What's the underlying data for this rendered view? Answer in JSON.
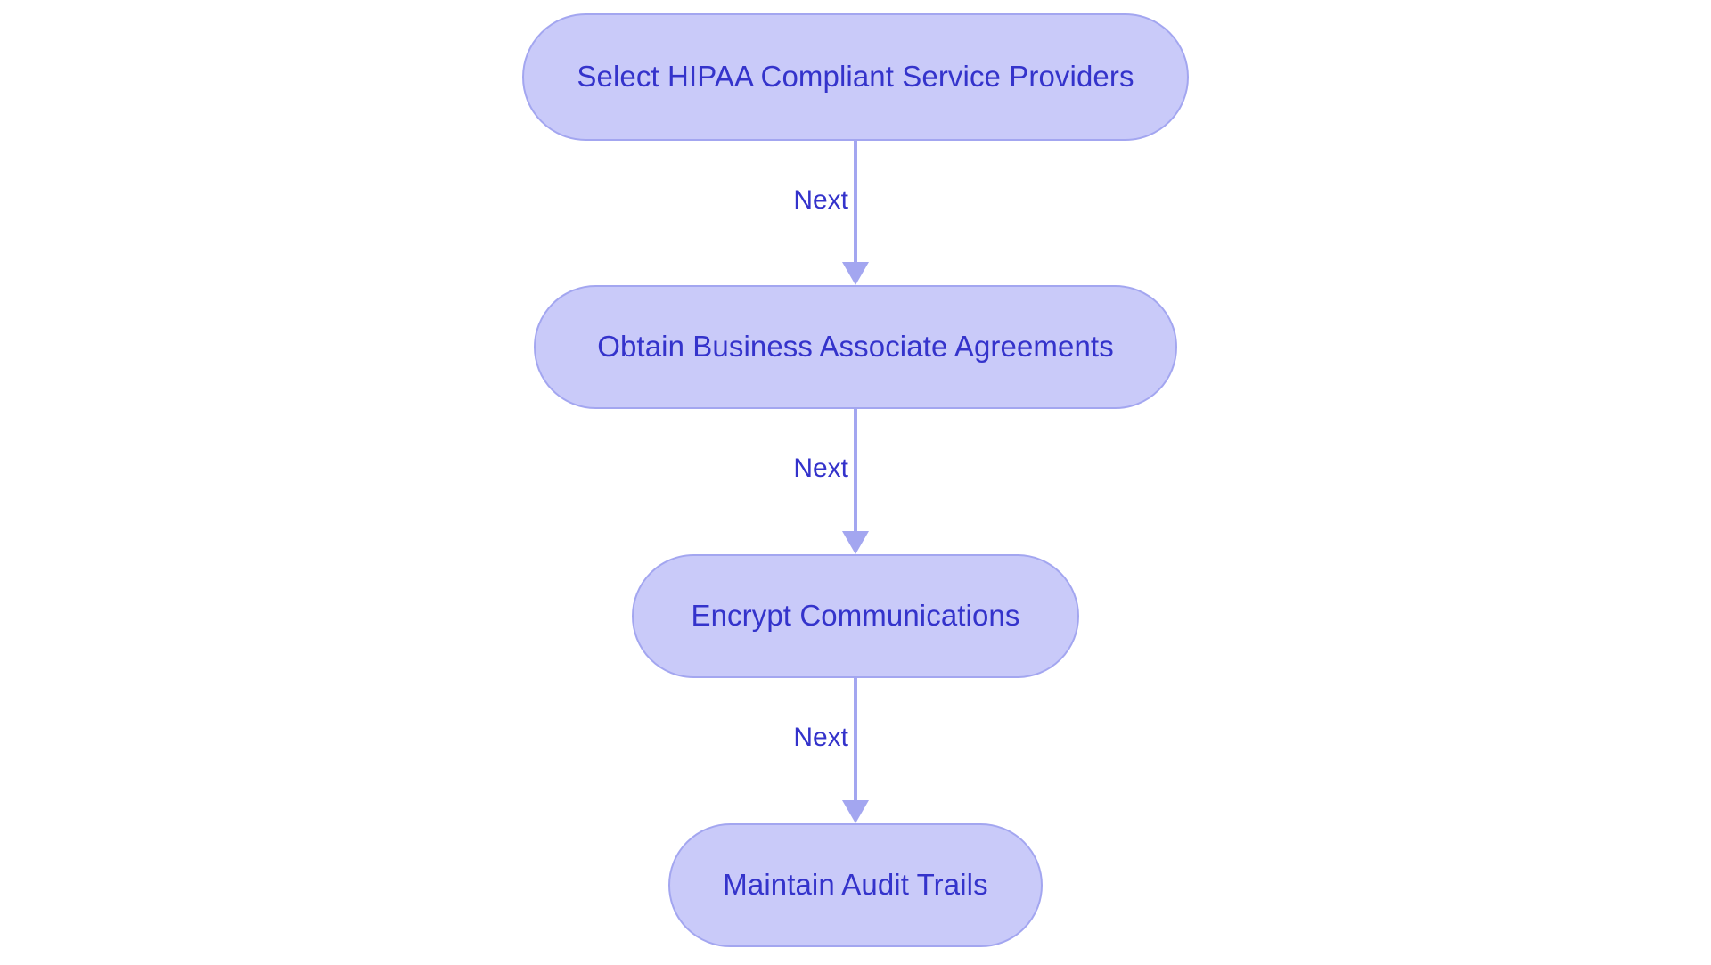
{
  "diagram": {
    "type": "flowchart",
    "orientation": "top-to-bottom",
    "background_color": "#ffffff",
    "node_fill_color": "#c9caf9",
    "node_border_color": "#a3a6f0",
    "node_text_color": "#3433cb",
    "edge_color": "#a3a6f0",
    "edge_label_color": "#3433cb",
    "nodes": [
      {
        "id": "node-1",
        "label": "Select HIPAA Compliant Service Providers",
        "shape": "stadium"
      },
      {
        "id": "node-2",
        "label": "Obtain Business Associate Agreements",
        "shape": "stadium"
      },
      {
        "id": "node-3",
        "label": "Encrypt Communications",
        "shape": "stadium"
      },
      {
        "id": "node-4",
        "label": "Maintain Audit Trails",
        "shape": "stadium"
      }
    ],
    "edges": [
      {
        "id": "edge-1",
        "from": "node-1",
        "to": "node-2",
        "label": "Next",
        "arrow": "down"
      },
      {
        "id": "edge-2",
        "from": "node-2",
        "to": "node-3",
        "label": "Next",
        "arrow": "down"
      },
      {
        "id": "edge-3",
        "from": "node-3",
        "to": "node-4",
        "label": "Next",
        "arrow": "down"
      }
    ]
  }
}
